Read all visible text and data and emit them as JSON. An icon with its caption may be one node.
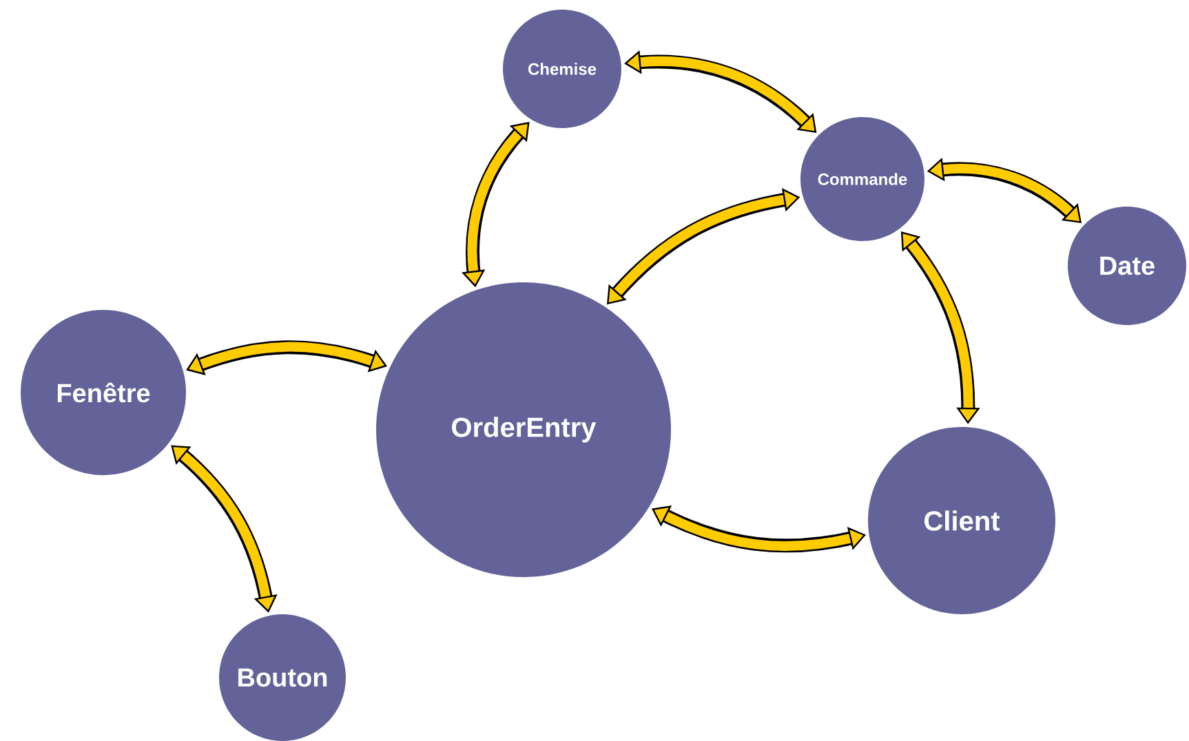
{
  "diagram": {
    "nodes": [
      {
        "text": [
          "Chemise"
        ]
      },
      {
        "text": [
          "Commande"
        ]
      },
      {
        "text": [
          "Date"
        ]
      },
      {
        "text": [
          "Fenêtre"
        ]
      },
      {
        "text": [
          "OrderEntry"
        ]
      },
      {
        "text": [
          "Client"
        ]
      },
      {
        "text": [
          "Bouton"
        ]
      }
    ],
    "edges": [
      {
        "from": 0,
        "to": 1,
        "arrow": "both"
      },
      {
        "from": 1,
        "to": 2,
        "arrow": "both"
      },
      {
        "from": 0,
        "to": 4,
        "arrow": "both"
      },
      {
        "from": 1,
        "to": 4,
        "arrow": "both"
      },
      {
        "from": 1,
        "to": 5,
        "arrow": "both"
      },
      {
        "from": 3,
        "to": 4,
        "arrow": "both"
      },
      {
        "from": 4,
        "to": 5,
        "arrow": "both"
      },
      {
        "from": 3,
        "to": 6,
        "arrow": "both"
      }
    ]
  }
}
